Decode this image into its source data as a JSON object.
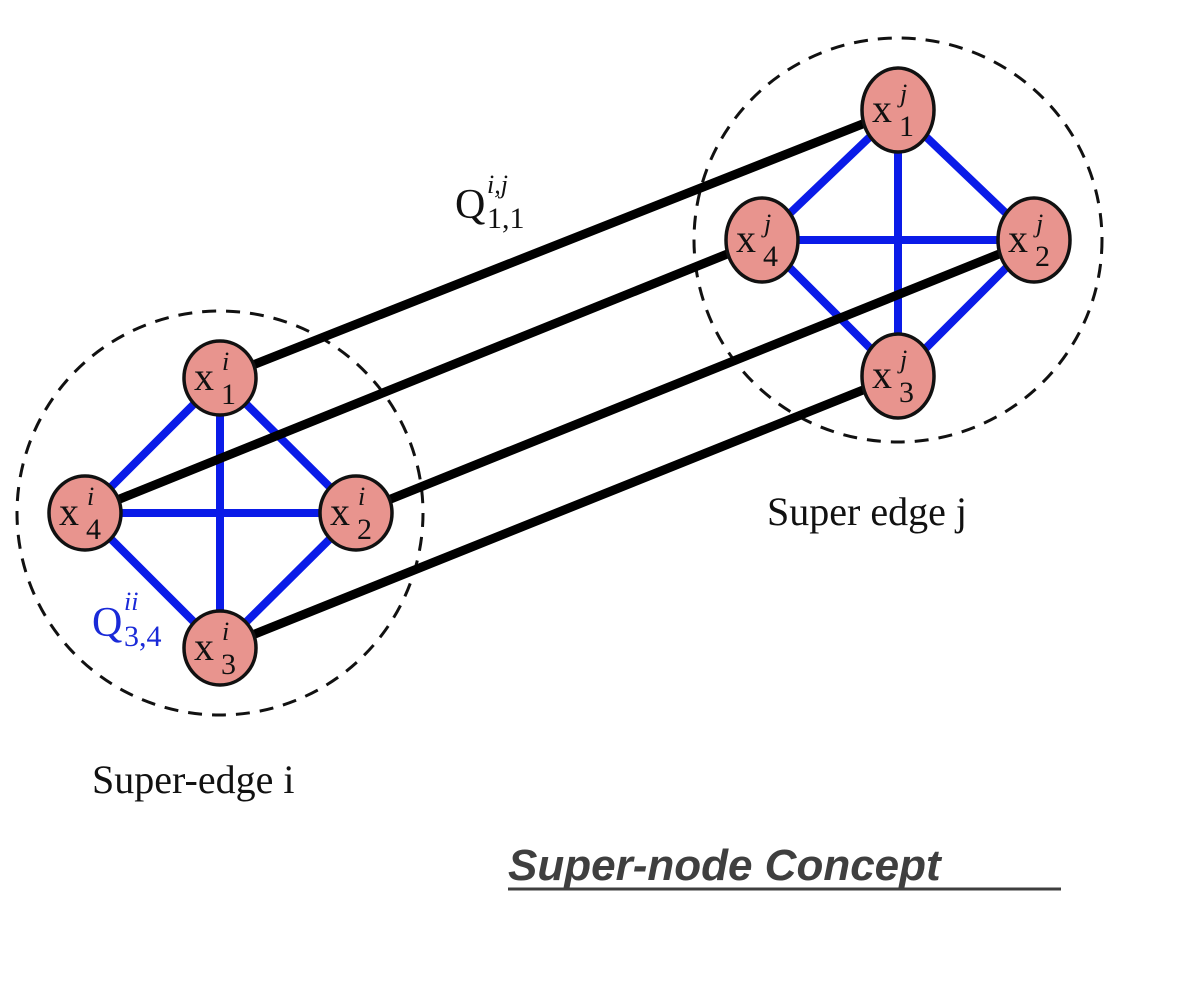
{
  "title": "Super-node Concept",
  "colors": {
    "node_fill": "#e8948e",
    "node_stroke": "#111111",
    "intra_edge": "#0a1be8",
    "inter_edge": "#000000",
    "group_border": "#111111",
    "title": "#3f3f3f",
    "intra_label": "#1a2ad8"
  },
  "groups": [
    {
      "id": "i",
      "caption": "Super-edge i",
      "nodes": [
        {
          "id": "xi1",
          "base": "x",
          "sup": "i",
          "sub": "1"
        },
        {
          "id": "xi2",
          "base": "x",
          "sup": "i",
          "sub": "2"
        },
        {
          "id": "xi3",
          "base": "x",
          "sup": "i",
          "sub": "3"
        },
        {
          "id": "xi4",
          "base": "x",
          "sup": "i",
          "sub": "4"
        }
      ],
      "edge_label": {
        "base": "Q",
        "sup": "ii",
        "sub": "3,4"
      }
    },
    {
      "id": "j",
      "caption": "Super edge j",
      "nodes": [
        {
          "id": "xj1",
          "base": "x",
          "sup": "j",
          "sub": "1"
        },
        {
          "id": "xj2",
          "base": "x",
          "sup": "j",
          "sub": "2"
        },
        {
          "id": "xj3",
          "base": "x",
          "sup": "j",
          "sub": "3"
        },
        {
          "id": "xj4",
          "base": "x",
          "sup": "j",
          "sub": "4"
        }
      ]
    }
  ],
  "intra_edges": [
    [
      "1",
      "2"
    ],
    [
      "1",
      "3"
    ],
    [
      "1",
      "4"
    ],
    [
      "2",
      "3"
    ],
    [
      "2",
      "4"
    ],
    [
      "3",
      "4"
    ]
  ],
  "inter_edges": [
    {
      "from": "xi1",
      "to": "xj1"
    },
    {
      "from": "xi4",
      "to": "xj4"
    },
    {
      "from": "xi2",
      "to": "xj2"
    },
    {
      "from": "xi3",
      "to": "xj3"
    }
  ],
  "inter_edge_label": {
    "base": "Q",
    "sup": "i,j",
    "sub": "1,1"
  }
}
